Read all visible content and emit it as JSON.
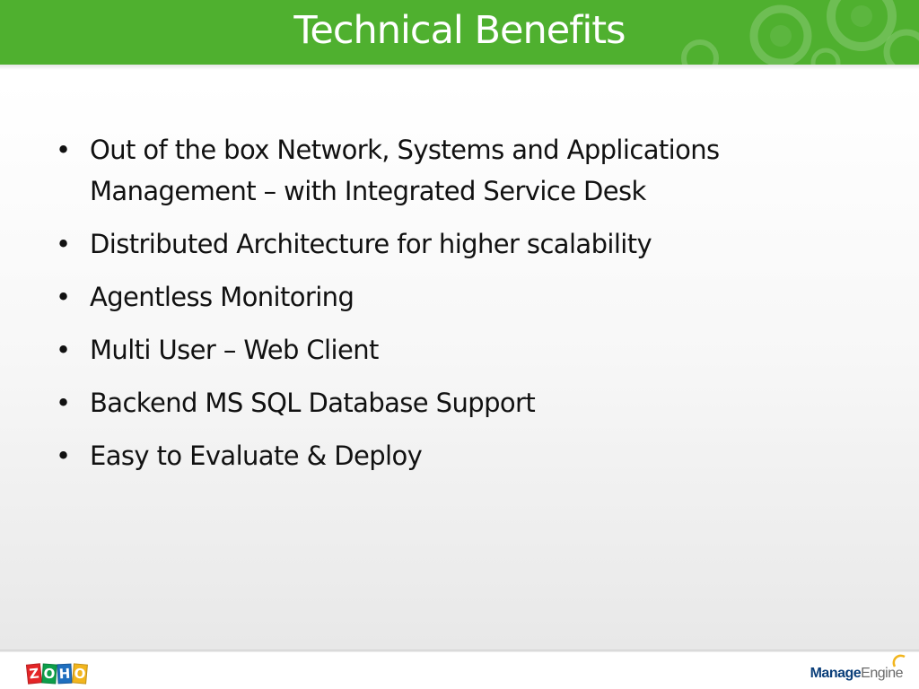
{
  "slide": {
    "title": "Technical Benefits",
    "bullets": [
      "Out of the box Network, Systems and Applications Management – with Integrated Service Desk",
      "Distributed Architecture for higher scalability",
      "Agentless Monitoring",
      "Multi User – Web Client",
      "Backend MS SQL Database Support",
      "Easy to Evaluate & Deploy"
    ],
    "bullet_glyph": "•"
  },
  "footer": {
    "zoho_letters": [
      "Z",
      "O",
      "H",
      "O"
    ],
    "manage_engine_part1": "Manage",
    "manage_engine_part2": "Engine"
  },
  "colors": {
    "header_green": "#4fb02f",
    "title_text": "#ffffff",
    "body_text": "#111111",
    "manage_blue": "#0b3f7a"
  },
  "icons": {
    "zoho": "zoho-logo",
    "manageengine": "manageengine-logo"
  }
}
